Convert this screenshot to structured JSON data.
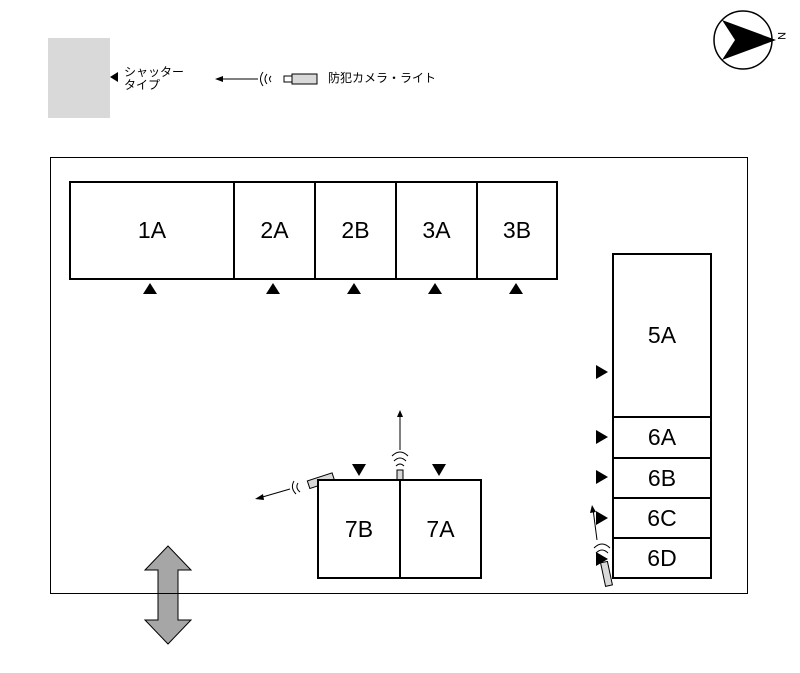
{
  "legend": {
    "shutter_label_line1": "シャッター",
    "shutter_label_line2": "タイプ",
    "camera_label": "防犯カメラ・ライト"
  },
  "compass": {
    "letter": "N"
  },
  "units": {
    "u1A": "1A",
    "u2A": "2A",
    "u2B": "2B",
    "u3A": "3A",
    "u3B": "3B",
    "u5A": "5A",
    "u6A": "6A",
    "u6B": "6B",
    "u6C": "6C",
    "u6D": "6D",
    "u7B": "7B",
    "u7A": "7A"
  },
  "colors": {
    "shutter_swatch": "#d9d9d9",
    "entrance_arrow": "#a6a6a6",
    "line": "#000000"
  }
}
